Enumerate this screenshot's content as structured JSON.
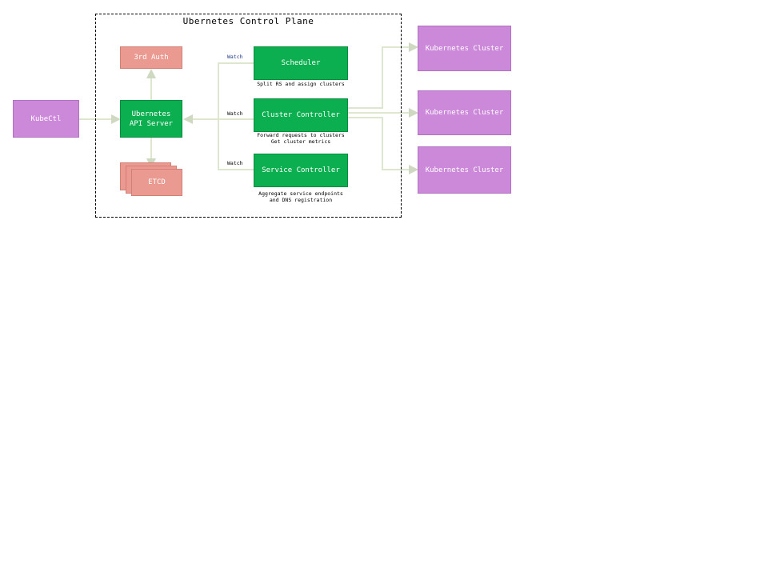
{
  "diagram": {
    "title": "Ubernetes Control Plane",
    "nodes": {
      "kubectl": "KubeCtl",
      "auth": "3rd Auth",
      "api_server": "Ubernetes\nAPI Server",
      "etcd": "ETCD",
      "scheduler": "Scheduler",
      "cluster_controller": "Cluster Controller",
      "service_controller": "Service Controller",
      "cluster_1": "Kubernetes Cluster",
      "cluster_2": "Kubernetes Cluster",
      "cluster_3": "Kubernetes Cluster"
    },
    "edge_labels": {
      "watch_scheduler": "Watch",
      "watch_cluster": "Watch",
      "watch_service": "Watch"
    },
    "notes": {
      "scheduler": "Split RS and assign clusters",
      "cluster_controller": "Forward requests to clusters\nGet cluster metrics",
      "service_controller": "Aggregate service endpoints\nand DNS registration"
    },
    "colors": {
      "cluster_purple": "#cc88d9",
      "controller_green": "#0caf4f",
      "storage_pink": "#ea9a91",
      "connector_line": "#dde6cf"
    }
  }
}
